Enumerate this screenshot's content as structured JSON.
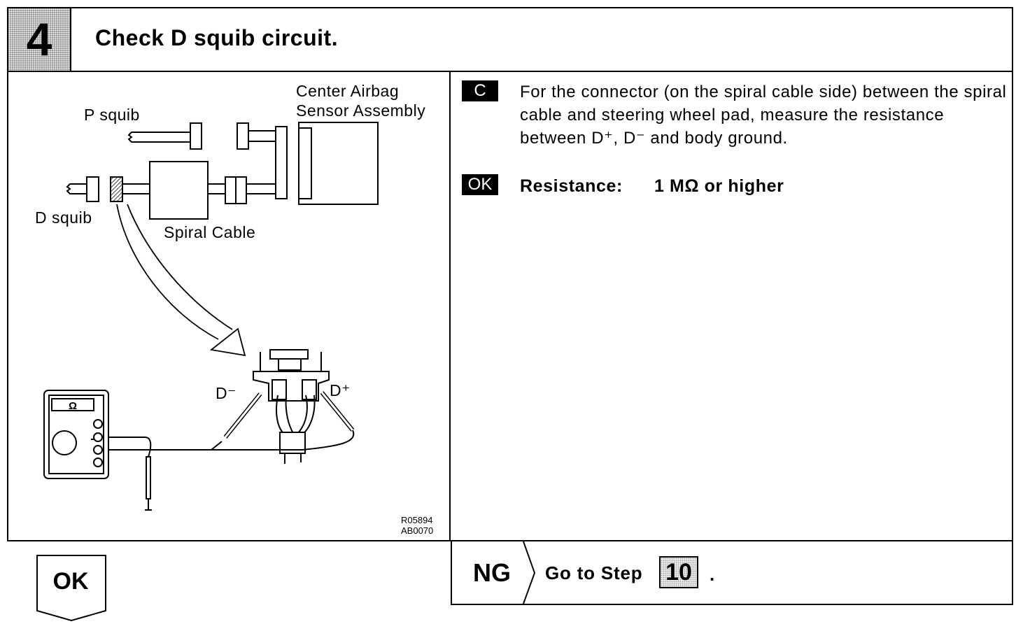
{
  "step": {
    "number": "4",
    "title": "Check D squib circuit."
  },
  "figure": {
    "labels": {
      "p_squib": "P squib",
      "d_squib": "D squib",
      "spiral_cable": "Spiral Cable",
      "sensor_line1": "Center Airbag",
      "sensor_line2": "Sensor Assembly",
      "d_minus": "D⁻",
      "d_plus": "D⁺",
      "ohm_symbol": "Ω",
      "ref_code1": "R05894",
      "ref_code2": "AB0070"
    }
  },
  "instructions": {
    "check_tag": "C",
    "check_text": "For the connector (on the spiral cable side) between the spiral cable and steering wheel pad, measure the resistance between D⁺, D⁻ and body ground.",
    "ok_tag": "OK",
    "spec_label": "Resistance:",
    "spec_value": "1 MΩ or higher"
  },
  "ok_result": {
    "label": "OK"
  },
  "ng_result": {
    "label": "NG",
    "goto_text": "Go to Step",
    "step_ref": "10",
    "period": "."
  }
}
